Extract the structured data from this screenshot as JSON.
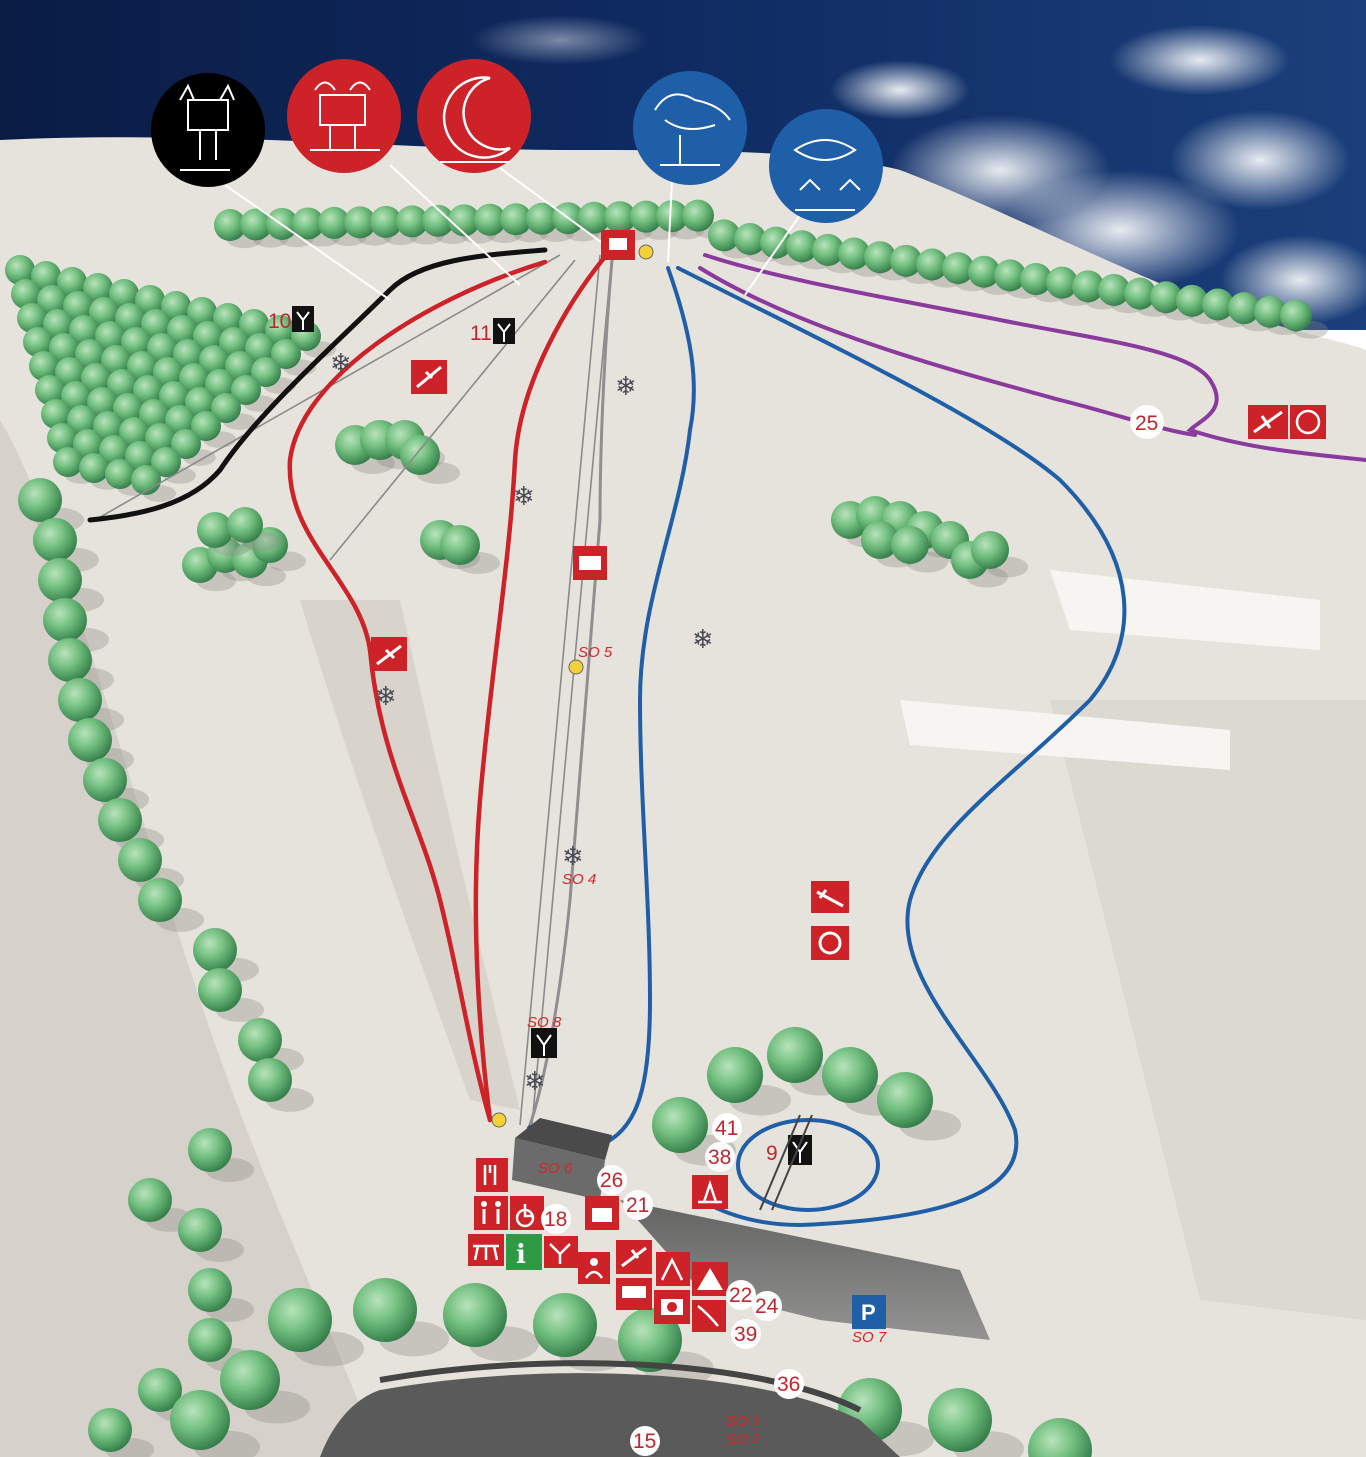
{
  "colors": {
    "sky": "#0d2a5e",
    "snow": "#e6e3dc",
    "tree": "#5fae70",
    "run_black": "#111111",
    "run_red": "#cc2228",
    "run_blue": "#1f5fa8",
    "run_purple": "#8a3a9c",
    "sign_red": "#cc2228",
    "sign_green": "#2e9a43",
    "sign_blue": "#1f5fa8"
  },
  "mascot_badges": [
    {
      "color": "black",
      "icon": "devil-mascot-icon"
    },
    {
      "color": "red",
      "icon": "bull-mascot-icon"
    },
    {
      "color": "red",
      "icon": "moon-mascot-icon"
    },
    {
      "color": "blue",
      "icon": "bird-mascot-icon"
    },
    {
      "color": "blue",
      "icon": "fish-mascot-icon"
    }
  ],
  "lift_labels": {
    "lift_10": "10",
    "lift_11": "11",
    "lift_9": "9"
  },
  "so_labels": {
    "so_5": "SO 5",
    "so_4": "SO 4",
    "so_8": "SO 8",
    "so_6": "SO 6",
    "so_7": "SO 7",
    "so_1": "SO 1",
    "so_2": "SO 2"
  },
  "numbers": {
    "n25": "25",
    "n41": "41",
    "n38": "38",
    "n26": "26",
    "n21": "21",
    "n18": "18",
    "n22": "22",
    "n24": "24",
    "n39": "39",
    "n36": "36",
    "n15": "15"
  },
  "parking_label": "P",
  "info_label": "i",
  "icons": [
    "snowflake-icon",
    "lift-icon",
    "snowboard-icon",
    "skier-icon",
    "restaurant-icon",
    "toilet-icon",
    "wheelchair-icon",
    "picnic-icon",
    "info-icon",
    "camping-icon",
    "camera-icon",
    "sledge-icon",
    "tubing-icon",
    "parking-icon",
    "cross-country-icon",
    "floodlight-icon"
  ]
}
